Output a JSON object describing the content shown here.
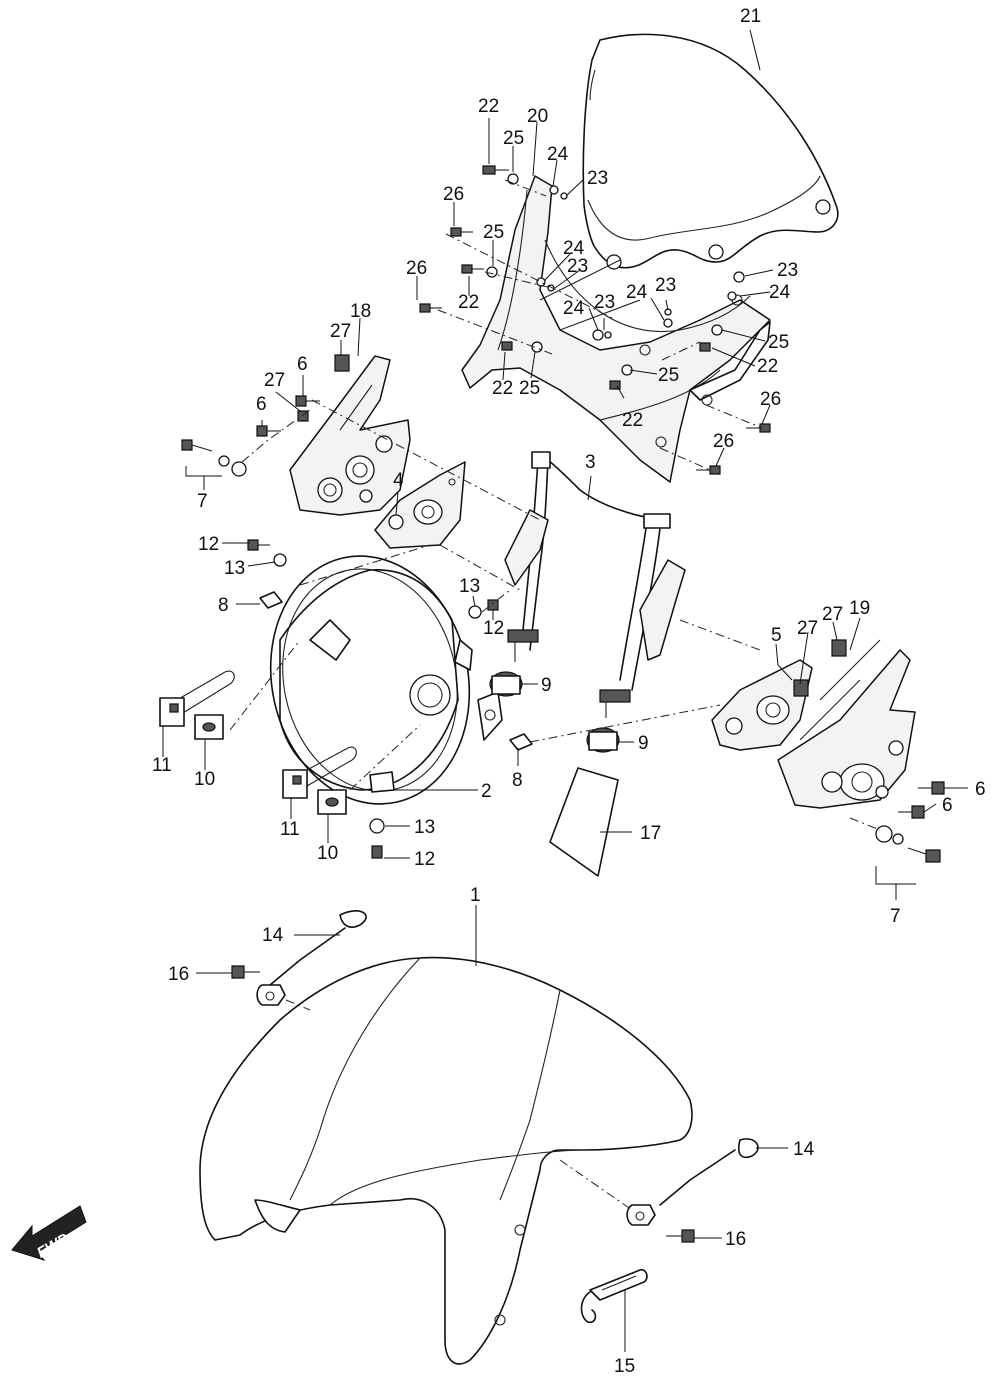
{
  "callouts": [
    {
      "n": "21"
    },
    {
      "n": "20"
    },
    {
      "n": "22"
    },
    {
      "n": "25"
    },
    {
      "n": "24"
    },
    {
      "n": "23"
    },
    {
      "n": "26"
    },
    {
      "n": "25"
    },
    {
      "n": "24"
    },
    {
      "n": "23"
    },
    {
      "n": "26"
    },
    {
      "n": "22"
    },
    {
      "n": "23"
    },
    {
      "n": "24"
    },
    {
      "n": "24"
    },
    {
      "n": "23"
    },
    {
      "n": "23"
    },
    {
      "n": "24"
    },
    {
      "n": "25"
    },
    {
      "n": "22"
    },
    {
      "n": "25"
    },
    {
      "n": "22"
    },
    {
      "n": "25"
    },
    {
      "n": "22"
    },
    {
      "n": "26"
    },
    {
      "n": "26"
    },
    {
      "n": "18"
    },
    {
      "n": "27"
    },
    {
      "n": "6"
    },
    {
      "n": "27"
    },
    {
      "n": "6"
    },
    {
      "n": "7"
    },
    {
      "n": "4"
    },
    {
      "n": "3"
    },
    {
      "n": "12"
    },
    {
      "n": "13"
    },
    {
      "n": "8"
    },
    {
      "n": "13"
    },
    {
      "n": "12"
    },
    {
      "n": "9"
    },
    {
      "n": "9"
    },
    {
      "n": "8"
    },
    {
      "n": "11"
    },
    {
      "n": "10"
    },
    {
      "n": "11"
    },
    {
      "n": "10"
    },
    {
      "n": "2"
    },
    {
      "n": "13"
    },
    {
      "n": "12"
    },
    {
      "n": "17"
    },
    {
      "n": "5"
    },
    {
      "n": "27"
    },
    {
      "n": "27"
    },
    {
      "n": "19"
    },
    {
      "n": "6"
    },
    {
      "n": "6"
    },
    {
      "n": "7"
    },
    {
      "n": "1"
    },
    {
      "n": "14"
    },
    {
      "n": "16"
    },
    {
      "n": "14"
    },
    {
      "n": "16"
    },
    {
      "n": "15"
    }
  ],
  "direction_badge": {
    "label": "FWD"
  }
}
